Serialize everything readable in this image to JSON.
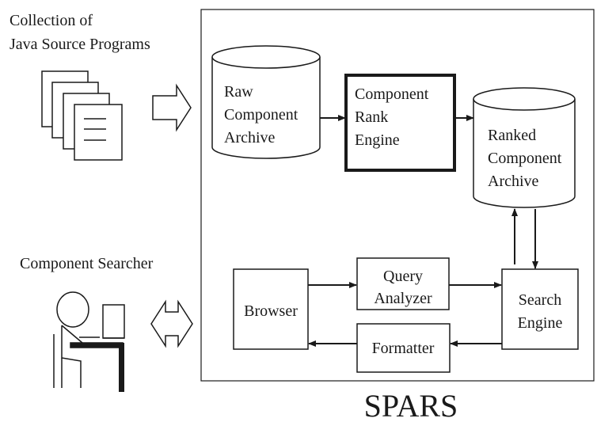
{
  "inputs": {
    "collection": [
      "Collection of",
      "Java Source Programs"
    ],
    "searcher": "Component Searcher"
  },
  "system": {
    "title": "SPARS",
    "raw_archive": [
      "Raw",
      "Component",
      "Archive"
    ],
    "rank_engine": [
      "Component",
      "Rank",
      "Engine"
    ],
    "ranked_archive": [
      "Ranked",
      "Component",
      "Archive"
    ],
    "browser": "Browser",
    "query_analyzer": [
      "Query",
      "Analyzer"
    ],
    "search_engine": [
      "Search",
      "Engine"
    ],
    "formatter": "Formatter"
  }
}
